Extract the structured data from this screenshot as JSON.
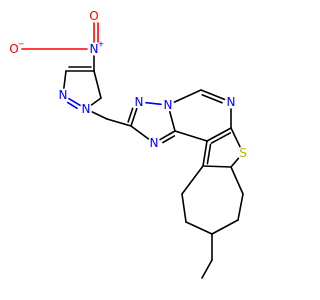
{
  "structure": {
    "atoms": [
      {
        "id": "O1",
        "symbol": "O",
        "charge": "−",
        "color": "#ff0000"
      },
      {
        "id": "Nn",
        "symbol": "N",
        "charge": "+",
        "color": "#0000ff"
      },
      {
        "id": "O2",
        "symbol": "O",
        "charge": "",
        "color": "#ff0000"
      },
      {
        "id": "Npz1",
        "symbol": "N",
        "charge": "",
        "color": "#0000ff"
      },
      {
        "id": "Npz2",
        "symbol": "N",
        "charge": "",
        "color": "#0000ff"
      },
      {
        "id": "Ntz1",
        "symbol": "N",
        "charge": "",
        "color": "#0000ff"
      },
      {
        "id": "Ntz2",
        "symbol": "N",
        "charge": "",
        "color": "#0000ff"
      },
      {
        "id": "Ntz3",
        "symbol": "N",
        "charge": "",
        "color": "#0000ff"
      },
      {
        "id": "Npm",
        "symbol": "N",
        "charge": "",
        "color": "#0000ff"
      },
      {
        "id": "S",
        "symbol": "S",
        "charge": "",
        "color": "#b8b800"
      }
    ],
    "colors": {
      "carbon_bond": "#000000",
      "nitrogen": "#0000ff",
      "oxygen": "#ff0000",
      "sulfur": "#b8b800"
    }
  }
}
